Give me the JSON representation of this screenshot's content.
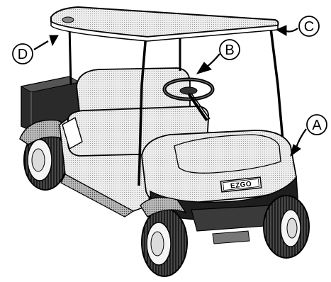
{
  "figure": {
    "brand_badge": "EZGO",
    "callouts": [
      {
        "id": "a",
        "letter": "A"
      },
      {
        "id": "b",
        "letter": "B"
      },
      {
        "id": "c",
        "letter": "C"
      },
      {
        "id": "d",
        "letter": "D"
      }
    ]
  },
  "colors": {
    "ink": "#000000",
    "paper": "#ffffff",
    "body_shade": "#d6d6d6",
    "seat_shade": "#e4e4e4",
    "dark_shade": "#5a5a5a",
    "tire": "#1e1e1e"
  }
}
